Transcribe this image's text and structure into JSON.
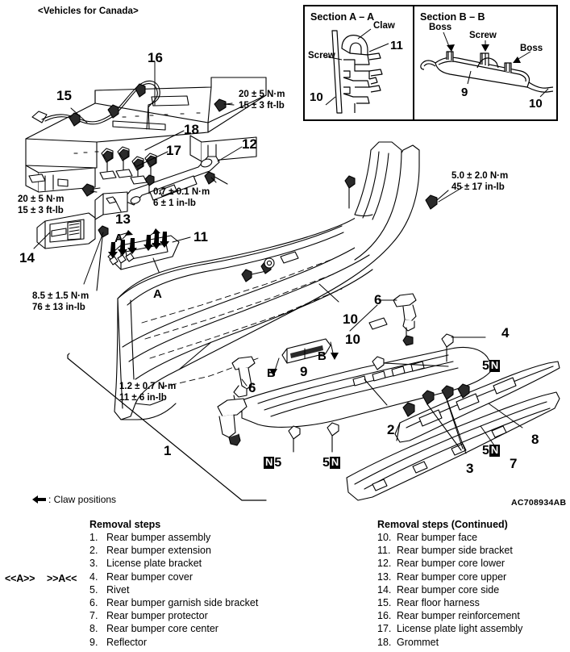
{
  "header": {
    "vehicle_note": "<Vehicles for Canada>"
  },
  "sections": [
    {
      "title": "Section A – A",
      "labels": [
        {
          "text": "Claw"
        },
        {
          "text": "Screw"
        },
        {
          "text": "11"
        },
        {
          "text": "10"
        }
      ]
    },
    {
      "title": "Section B – B",
      "labels": [
        {
          "text": "Boss"
        },
        {
          "text": "Screw"
        },
        {
          "text": "Boss"
        },
        {
          "text": "9"
        },
        {
          "text": "10"
        }
      ]
    }
  ],
  "torque_specs": [
    {
      "id": "t-upper-right",
      "metric": "20 ± 5 N·m",
      "imperial": "15 ± 3 ft-lb"
    },
    {
      "id": "t-lower-left",
      "metric": "20 ± 5 N·m",
      "imperial": "15 ± 3 ft-lb"
    },
    {
      "id": "t-license-light",
      "metric": "0.7 ± 0.1 N·m",
      "imperial": "6 ± 1 in-lb"
    },
    {
      "id": "t-core-side",
      "metric": "8.5 ± 1.5 N·m",
      "imperial": "76 ± 13 in-lb"
    },
    {
      "id": "t-right-side",
      "metric": "5.0 ± 2.0 N·m",
      "imperial": "45 ± 17 in-lb"
    },
    {
      "id": "t-bumper-cover",
      "metric": "1.2 ± 0.7 N·m",
      "imperial": "11 ± 6 in-lb"
    }
  ],
  "callouts": [
    {
      "id": "c15",
      "text": "15"
    },
    {
      "id": "c16",
      "text": "16"
    },
    {
      "id": "c18",
      "text": "18"
    },
    {
      "id": "c17",
      "text": "17"
    },
    {
      "id": "c12",
      "text": "12"
    },
    {
      "id": "c13",
      "text": "13"
    },
    {
      "id": "c14",
      "text": "14"
    },
    {
      "id": "c11",
      "text": "11"
    },
    {
      "id": "c10-mid",
      "text": "10"
    },
    {
      "id": "c10-right",
      "text": "10"
    },
    {
      "id": "c6-left",
      "text": "6"
    },
    {
      "id": "c6-right",
      "text": "6"
    },
    {
      "id": "c9",
      "text": "9"
    },
    {
      "id": "c4",
      "text": "4"
    },
    {
      "id": "c1",
      "text": "1"
    },
    {
      "id": "c2",
      "text": "2"
    },
    {
      "id": "c3",
      "text": "3"
    },
    {
      "id": "c7",
      "text": "7"
    },
    {
      "id": "c8",
      "text": "8"
    },
    {
      "id": "cA1",
      "text": "A"
    },
    {
      "id": "cA2",
      "text": "A"
    },
    {
      "id": "cB1",
      "text": "B"
    },
    {
      "id": "cB2",
      "text": "B"
    }
  ],
  "rivet_markers": [
    {
      "id": "n-right",
      "badge": "N",
      "num": "5",
      "order": "num-first"
    },
    {
      "id": "n-mid-right",
      "badge": "N",
      "num": "5",
      "order": "num-first"
    },
    {
      "id": "n-bottom-left",
      "badge": "N",
      "num": "5",
      "order": "badge-first"
    },
    {
      "id": "n-bottom-mid",
      "badge": "N",
      "num": "5",
      "order": "num-first"
    }
  ],
  "legend": {
    "claw_positions": ": Claw positions"
  },
  "image_code": "AC708934AB",
  "removal": {
    "left_title": "Removal steps",
    "right_title": "Removal steps (Continued)",
    "ab_marker_left": "<<A>>",
    "ab_marker_right": ">>A<<",
    "left_items": [
      {
        "num": "1.",
        "label": "Rear bumper assembly"
      },
      {
        "num": "2.",
        "label": "Rear bumper extension"
      },
      {
        "num": "3.",
        "label": "License plate bracket"
      },
      {
        "num": "4.",
        "label": "Rear bumper cover"
      },
      {
        "num": "5.",
        "label": "Rivet"
      },
      {
        "num": "6.",
        "label": "Rear bumper garnish side bracket"
      },
      {
        "num": "7.",
        "label": "Rear bumper protector"
      },
      {
        "num": "8.",
        "label": "Rear bumper core center"
      },
      {
        "num": "9.",
        "label": "Reflector"
      }
    ],
    "right_items": [
      {
        "num": "10.",
        "label": "Rear bumper face"
      },
      {
        "num": "11.",
        "label": "Rear bumper side bracket"
      },
      {
        "num": "12.",
        "label": "Rear bumper core lower"
      },
      {
        "num": "13.",
        "label": "Rear bumper core upper"
      },
      {
        "num": "14.",
        "label": "Rear bumper core side"
      },
      {
        "num": "15.",
        "label": "Rear floor harness"
      },
      {
        "num": "16.",
        "label": "Rear bumper reinforcement"
      },
      {
        "num": "17.",
        "label": "License plate light assembly"
      },
      {
        "num": "18.",
        "label": "Grommet"
      }
    ]
  }
}
